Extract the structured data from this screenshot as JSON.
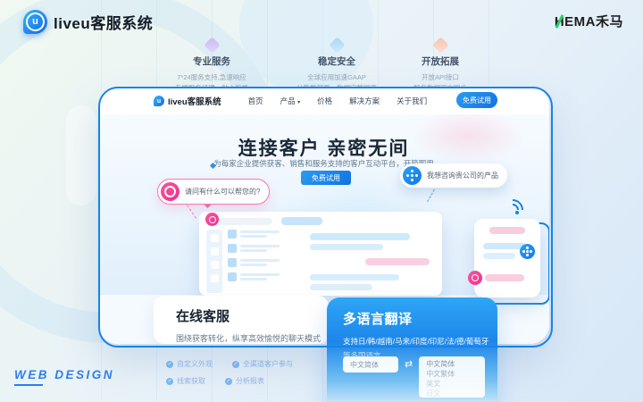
{
  "header": {
    "brand": "liveu客服系统",
    "brand_icon_letter": "u",
    "partner_logo": "HEMA禾马"
  },
  "features": [
    {
      "title": "专业服务",
      "line1": "7*24服务支持,急速响应",
      "line2": "专属服务经理，贴心指导"
    },
    {
      "title": "稳定安全",
      "line1": "全球应用加速GAAP",
      "line2": "分集群部署，数据完整隔离"
    },
    {
      "title": "开放拓展",
      "line1": "开放API接口",
      "line2": "服务数据双向同步"
    }
  ],
  "site": {
    "nav": {
      "brand": "liveu客服系统",
      "brand_icon_letter": "u",
      "items": [
        "首页",
        "产品",
        "价格",
        "解决方案",
        "关于我们"
      ],
      "cta": "免费试用"
    },
    "hero": {
      "title": "连接客户  亲密无间",
      "subtitle": "为每家企业提供获客、销售和服务支持的客户互动平台，开箱即用",
      "cta": "免费试用",
      "agent_bubble": "请问有什么可以帮您的?",
      "customer_bubble": "我想咨询贵公司的产品"
    },
    "sections": {
      "left": {
        "title": "在线客服",
        "desc": "围绕获客转化，纵享高效愉悦的聊天模式"
      },
      "right": {
        "title": "多语言翻译",
        "desc1": "支持日/韩/越南/马来/印度/印尼/法/德/葡萄牙",
        "desc2": "等多国语言。",
        "source_lang": "中文简体",
        "swap_icon": "⇄",
        "target_options": [
          "中文简体",
          "中文繁体",
          "英文",
          "日文"
        ]
      }
    },
    "feature_checks": [
      "自定义外观",
      "全渠道客户参与",
      "线索获取",
      "分析报表"
    ]
  },
  "footer": {
    "label": "WEB DESIGN"
  },
  "misc": {
    "caret": "▾",
    "check": "✓"
  },
  "colors": {
    "accent_blue": "#1583e8",
    "button_blue": "#1272e2",
    "panel_blue_top": "#2ea6f5",
    "pink": "#ef2f8b",
    "green_slash": "#2ed06e",
    "text_dark": "#18222e"
  }
}
